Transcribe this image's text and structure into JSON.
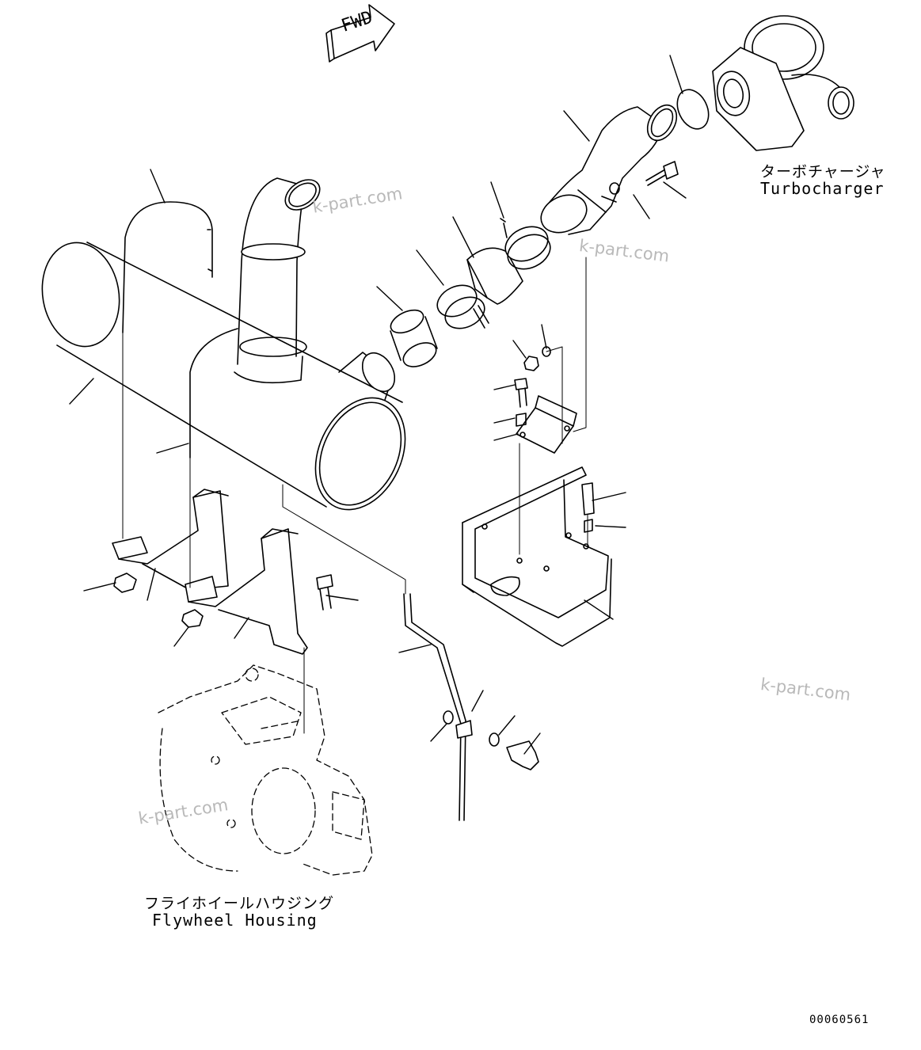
{
  "fwd_label": "FWD",
  "turbocharger": {
    "jp": "ターボチャージャ",
    "en": "Turbocharger"
  },
  "flywheel_housing": {
    "jp": "フライホイールハウジング",
    "en": "Flywheel Housing"
  },
  "watermark": "k-part.com",
  "drawing_code": "00060561"
}
